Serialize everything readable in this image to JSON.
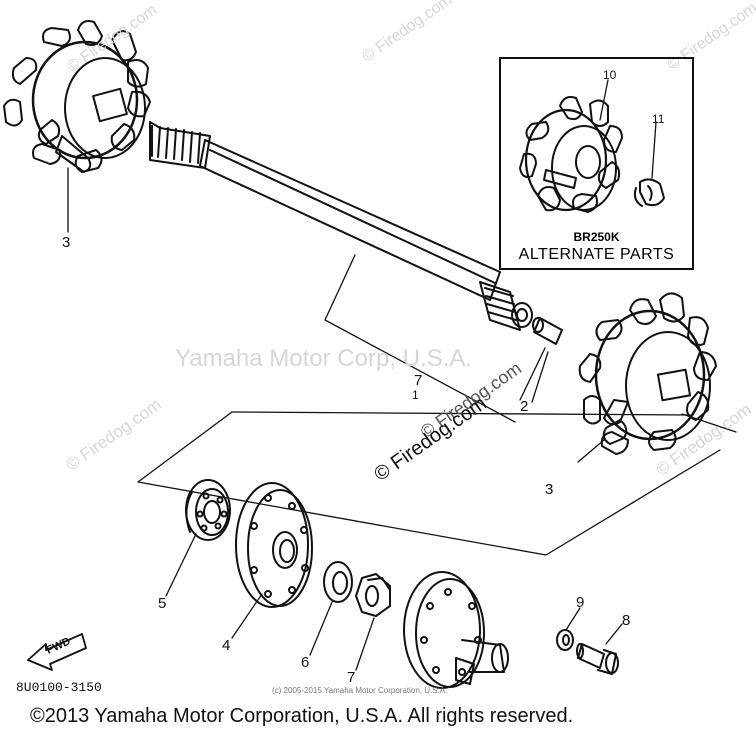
{
  "watermarks": {
    "corner_tl": "© Firedog.com",
    "corner_tr1": "© Firedog.com",
    "corner_tr2": "© Firedog.com",
    "center": "Yamaha Motor Corp, U.S.A.",
    "firedog_center": "© Firedog.com",
    "firedog_mid": "© Firedog.com",
    "firedog_left": "© Firedog.com",
    "firedog_right": "© Firedog.com",
    "small_copyright": "(c) 2005-2015 Yamaha Motor Corporation, U.S.A."
  },
  "inset": {
    "model": "BR250K",
    "title": "ALTERNATE PARTS",
    "callout_10": "10",
    "callout_11": "11"
  },
  "callouts": {
    "c1_top": "7",
    "c1_bottom": "1",
    "c2": "2",
    "c3_left": "3",
    "c3_right": "3",
    "c4": "4",
    "c5": "5",
    "c6": "6",
    "c7": "7",
    "c8": "8",
    "c9": "9"
  },
  "fwd_label": "FWD",
  "diagram_code": "8U0100-3150",
  "footer": "©2013 Yamaha Motor Corporation, U.S.A. All rights reserved.",
  "colors": {
    "ink": "#111111",
    "watermark": "#d6d6d6",
    "background": "#ffffff"
  }
}
